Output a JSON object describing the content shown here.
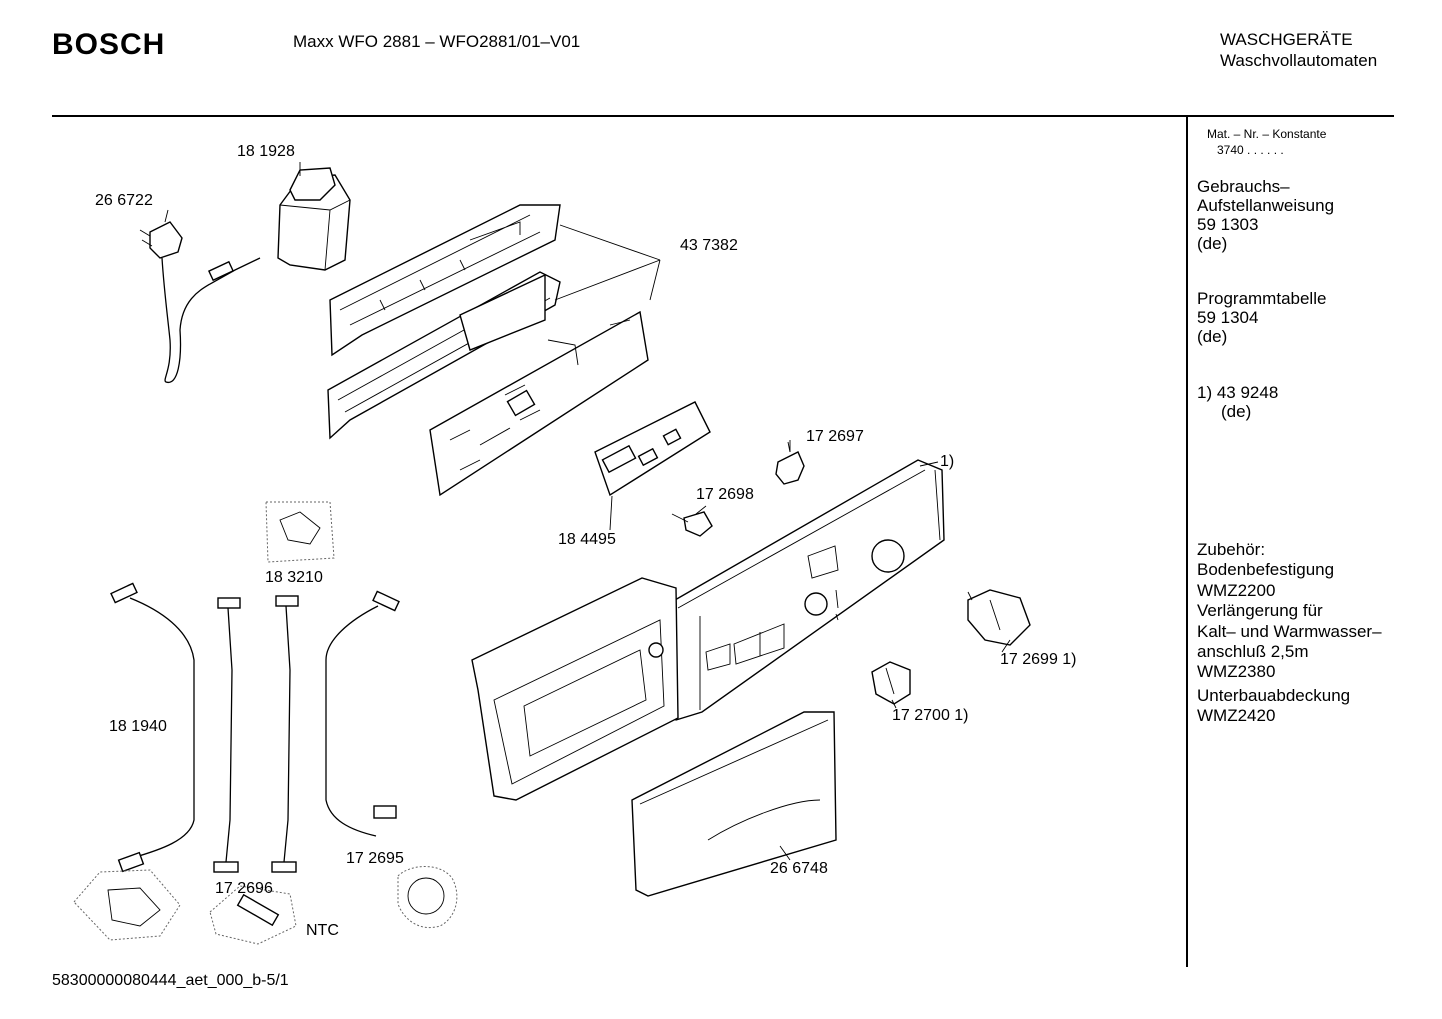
{
  "header": {
    "brand": "BOSCH",
    "model": "Maxx WFO 2881 – WFO2881/01–V01",
    "category_line1": "WASCHGERÄTE",
    "category_line2": "Waschvollautomaten"
  },
  "sidebar": {
    "mat_nr_label": "Mat. – Nr. – Konstante",
    "mat_nr_value": "3740  .  .    .  .  .  .",
    "manual_line1": "Gebrauchs–",
    "manual_line2": "Aufstellanweisung",
    "manual_number": "59 1303",
    "manual_lang": "(de)",
    "program_title": "Programmtabelle",
    "program_number": "59 1304",
    "program_lang": "(de)",
    "note_line1": "1)  43 9248",
    "note_line2": "(de)",
    "accessories": [
      "Zubehör:",
      "Bodenbefestigung",
      "WMZ2200",
      "Verlängerung für",
      "Kalt– und Warmwasser–",
      "anschluß 2,5m",
      "WMZ2380",
      "Unterbauabdeckung",
      "WMZ2420"
    ]
  },
  "parts": {
    "p181928": "18 1928",
    "p266722": "26 6722",
    "p437382": "43 7382",
    "p172697": "17 2697",
    "note1": "1)",
    "p172698": "17 2698",
    "p184495": "18 4495",
    "p183210": "18 3210",
    "p181940": "18 1940",
    "p172699": "17 2699 1)",
    "p172700": "17 2700 1)",
    "p172695": "17 2695",
    "p172696": "17 2696",
    "p266748": "26 6748",
    "ntc": "NTC"
  },
  "footer": {
    "doc_id": "58300000080444_aet_000_b-5/1"
  }
}
